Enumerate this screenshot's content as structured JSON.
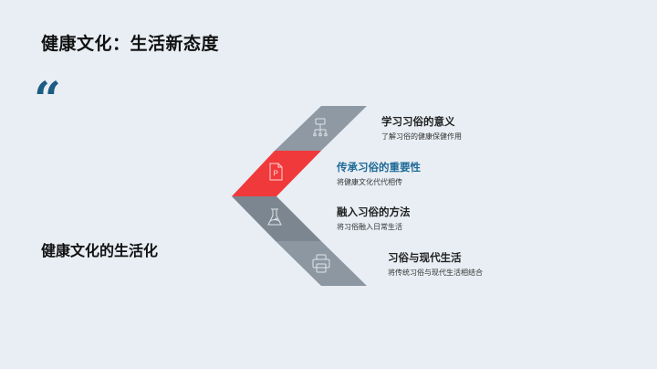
{
  "slide": {
    "title": "健康文化：生活新态度",
    "quote_mark": "“",
    "subtitle": "健康文化的生活化"
  },
  "colors": {
    "background": "#e8eef4",
    "quote": "#1c5b82",
    "segment_gray_1": "#8e99a4",
    "segment_active": "#f0393b",
    "segment_gray_2": "#7b8690",
    "segment_gray_3": "#8c97a2",
    "accent_heading": "#1f6a96"
  },
  "items": [
    {
      "icon": "hierarchy-icon",
      "heading": "学习习俗的意义",
      "desc": "了解习俗的健康保健作用",
      "active": false
    },
    {
      "icon": "document-p-icon",
      "heading": "传承习俗的重要性",
      "desc": "将健康文化代代相传",
      "active": true
    },
    {
      "icon": "flask-icon",
      "heading": "融入习俗的方法",
      "desc": "将习俗融入日常生活",
      "active": false
    },
    {
      "icon": "printer-icon",
      "heading": "习俗与现代生活",
      "desc": "将传统习俗与现代生活相结合",
      "active": false
    }
  ]
}
